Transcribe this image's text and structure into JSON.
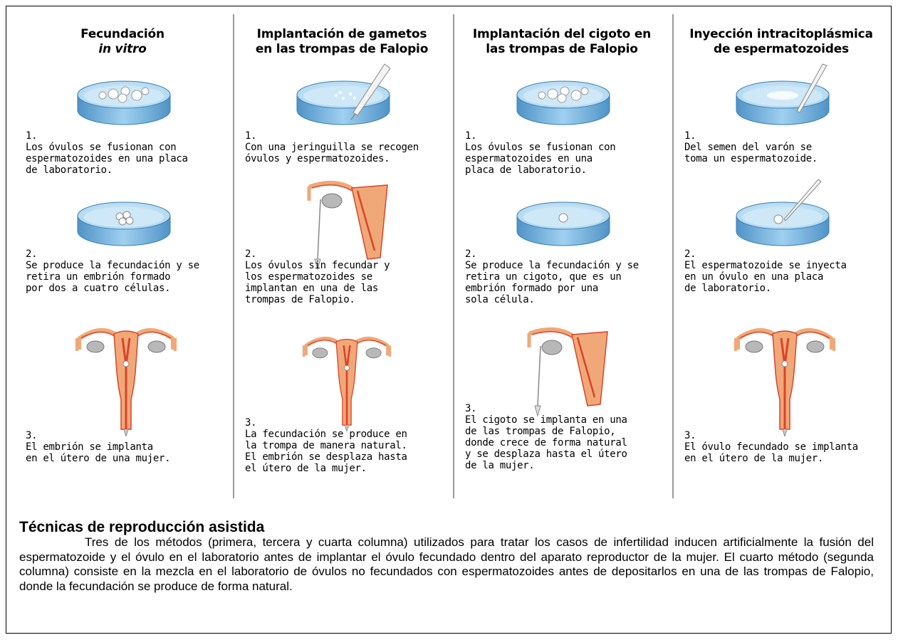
{
  "columns": [
    {
      "title_line1": "Fecundación",
      "title_line2": "in vitro",
      "steps": [
        {
          "num": "1.",
          "text": "Los óvulos se  fusionan con\nespermatozoides en una placa\nde laboratorio."
        },
        {
          "num": "2.",
          "text": "Se produce la fecundación y se\nretira un embrión formado\npor dos a cuatro células."
        },
        {
          "num": "3.",
          "text": "El embrión se implanta\nen el útero de una mujer."
        }
      ]
    },
    {
      "title_line1": "Implantación de gametos",
      "title_line2": "en las trompas de Falopio",
      "steps": [
        {
          "num": "1.",
          "text": "Con una jeringuilla se recogen\nóvulos y espermatozoides."
        },
        {
          "num": "2.",
          "text": "Los óvulos sin fecundar y\nlos espermatozoides se\nimplantan en una de las\ntrompas de Falopio."
        },
        {
          "num": "3.",
          "text": "La fecundación se produce en\nla trompa de manera natural.\nEl embrión se desplaza hasta\nel útero de la mujer."
        }
      ]
    },
    {
      "title_line1": "Implantación del cigoto en",
      "title_line2": "las trompas de Falopio",
      "steps": [
        {
          "num": "1.",
          "text": "Los óvulos se  fusionan con\nespermatozoides en una\nplaca de laboratorio."
        },
        {
          "num": "2.",
          "text": "Se produce la fecundación y se\nretira un cigoto, que es un\nembrión formado por una\nsola célula."
        },
        {
          "num": "3.",
          "text": "El cigoto se implanta en una\nde las trompas de Falopio,\ndonde crece de forma natural\ny se desplaza hasta el útero\nde la mujer."
        }
      ]
    },
    {
      "title_line1": "Inyección intracitoplásmica",
      "title_line2": "de espermatozoides",
      "steps": [
        {
          "num": "1.",
          "text": "Del semen del varón se\ntoma un espermatozoide."
        },
        {
          "num": "2.",
          "text": "El espermatozoide se inyecta\nen un óvulo en una placa\nde laboratorio."
        },
        {
          "num": "3.",
          "text": "El óvulo fecundado se implanta\nen el útero de la mujer."
        }
      ]
    }
  ],
  "caption": {
    "title": "Técnicas de reproducción asistida",
    "body": "Tres de los métodos (primera, tercera y cuarta columna) utilizados para tratar los casos de infertilidad inducen artificialmente la fusión del espermatozoide y el óvulo en el laboratorio antes de implantar el óvulo fecundado dentro del aparato reproductor de la mujer. El cuarto método (segunda columna) consiste en la mezcla en el laboratorio de óvulos no fecundados con espermatozoides antes de depositarlos en una de las trompas de Falopio, donde la fecundación se produce de forma natural."
  },
  "colors": {
    "dish_blue": "#8ec4e8",
    "dish_dark": "#5a9fcf",
    "organ_red": "#d9442a",
    "organ_orange": "#f0a878",
    "divider_gray": "#9a9a9a"
  }
}
